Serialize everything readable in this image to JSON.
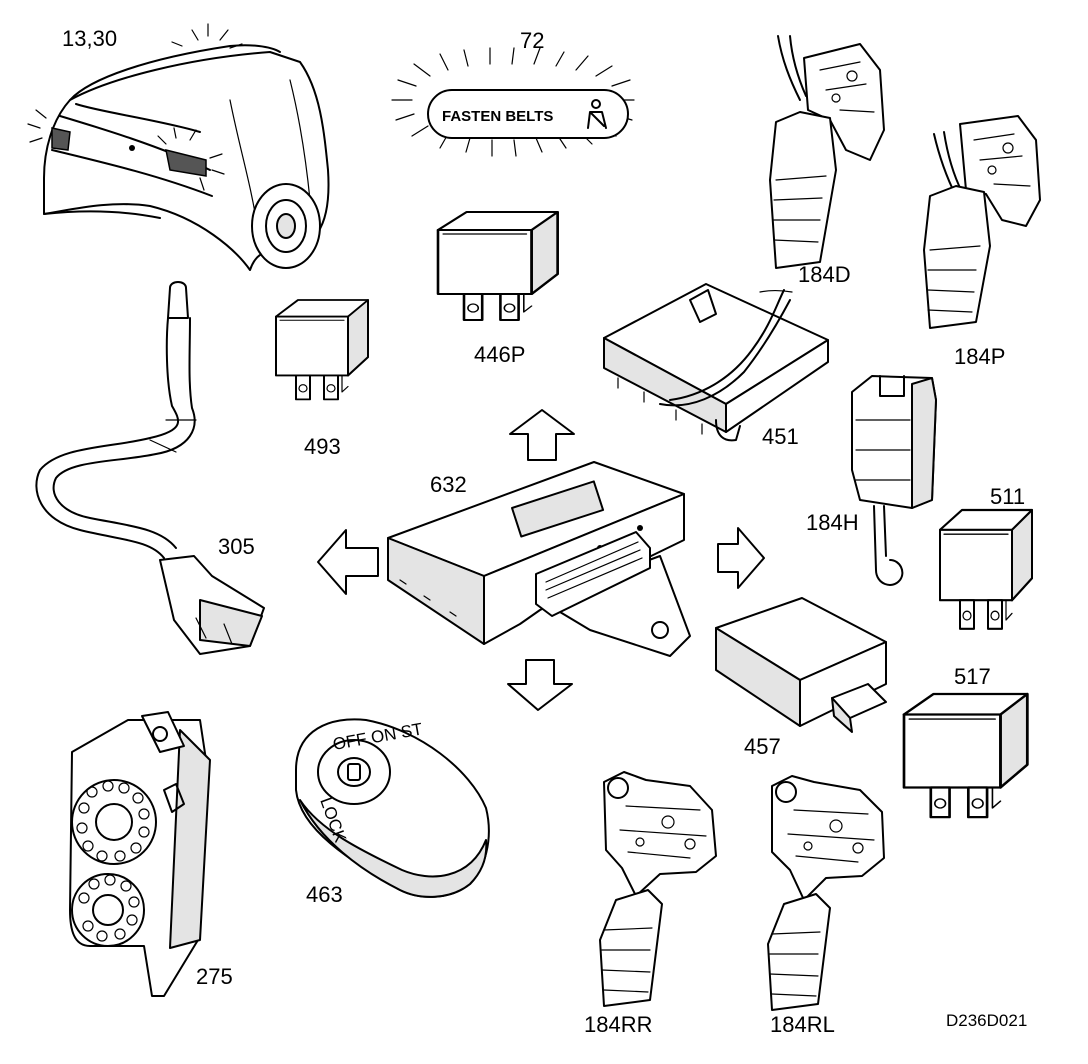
{
  "components": [
    {
      "key": "rear_lights",
      "label": "13,30"
    },
    {
      "key": "fasten_belts_lamp",
      "label": "72",
      "lamp_text": "FASTEN BELTS"
    },
    {
      "key": "relay_446",
      "label": "446P"
    },
    {
      "key": "relay_493",
      "label": "493"
    },
    {
      "key": "module_451",
      "label": "451"
    },
    {
      "key": "lock_184d",
      "label": "184D"
    },
    {
      "key": "lock_184p",
      "label": "184P"
    },
    {
      "key": "switch_184h",
      "label": "184H"
    },
    {
      "key": "relay_511",
      "label": "511"
    },
    {
      "key": "relay_517",
      "label": "517"
    },
    {
      "key": "module_457",
      "label": "457"
    },
    {
      "key": "central_unit_632",
      "label": "632"
    },
    {
      "key": "sensor_305",
      "label": "305"
    },
    {
      "key": "siren_275",
      "label": "275"
    },
    {
      "key": "ignition_463",
      "label": "463",
      "ring_text": "OFF ON ST",
      "lock_text": "LOCK"
    },
    {
      "key": "lock_184rr",
      "label": "184RR"
    },
    {
      "key": "lock_184rl",
      "label": "184RL"
    }
  ],
  "drawing_code": "D236D021"
}
